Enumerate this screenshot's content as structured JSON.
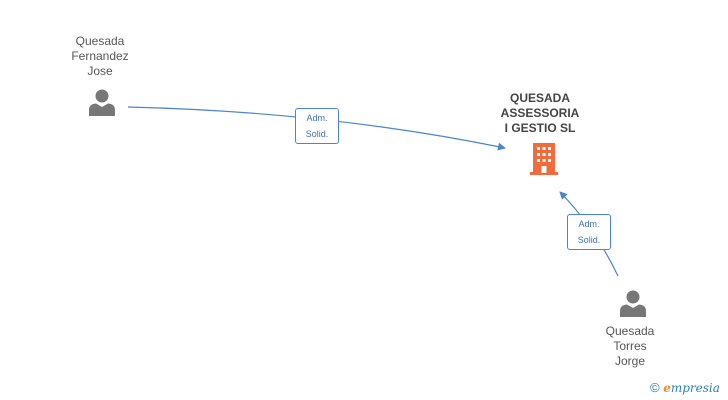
{
  "nodes": {
    "person1": {
      "name_lines": [
        "Quesada",
        "Fernandez",
        "Jose"
      ],
      "icon": "person-icon"
    },
    "company": {
      "name_lines": [
        "QUESADA",
        "ASSESSORIA",
        "I GESTIO SL"
      ],
      "icon": "building-icon",
      "color": "#f26b3a"
    },
    "person2": {
      "name_lines": [
        "Quesada",
        "Torres",
        "Jorge"
      ],
      "icon": "person-icon"
    }
  },
  "edges": [
    {
      "from": "person1",
      "to": "company",
      "label_lines": [
        "Adm.",
        "Solid."
      ]
    },
    {
      "from": "person2",
      "to": "company",
      "label_lines": [
        "Adm.",
        "Solid."
      ]
    }
  ],
  "colors": {
    "edge": "#4a86c8",
    "person": "#777777",
    "company": "#f26b3a"
  },
  "footer": {
    "copyright": "©",
    "brand_initial": "e",
    "brand_rest": "mpresia"
  }
}
